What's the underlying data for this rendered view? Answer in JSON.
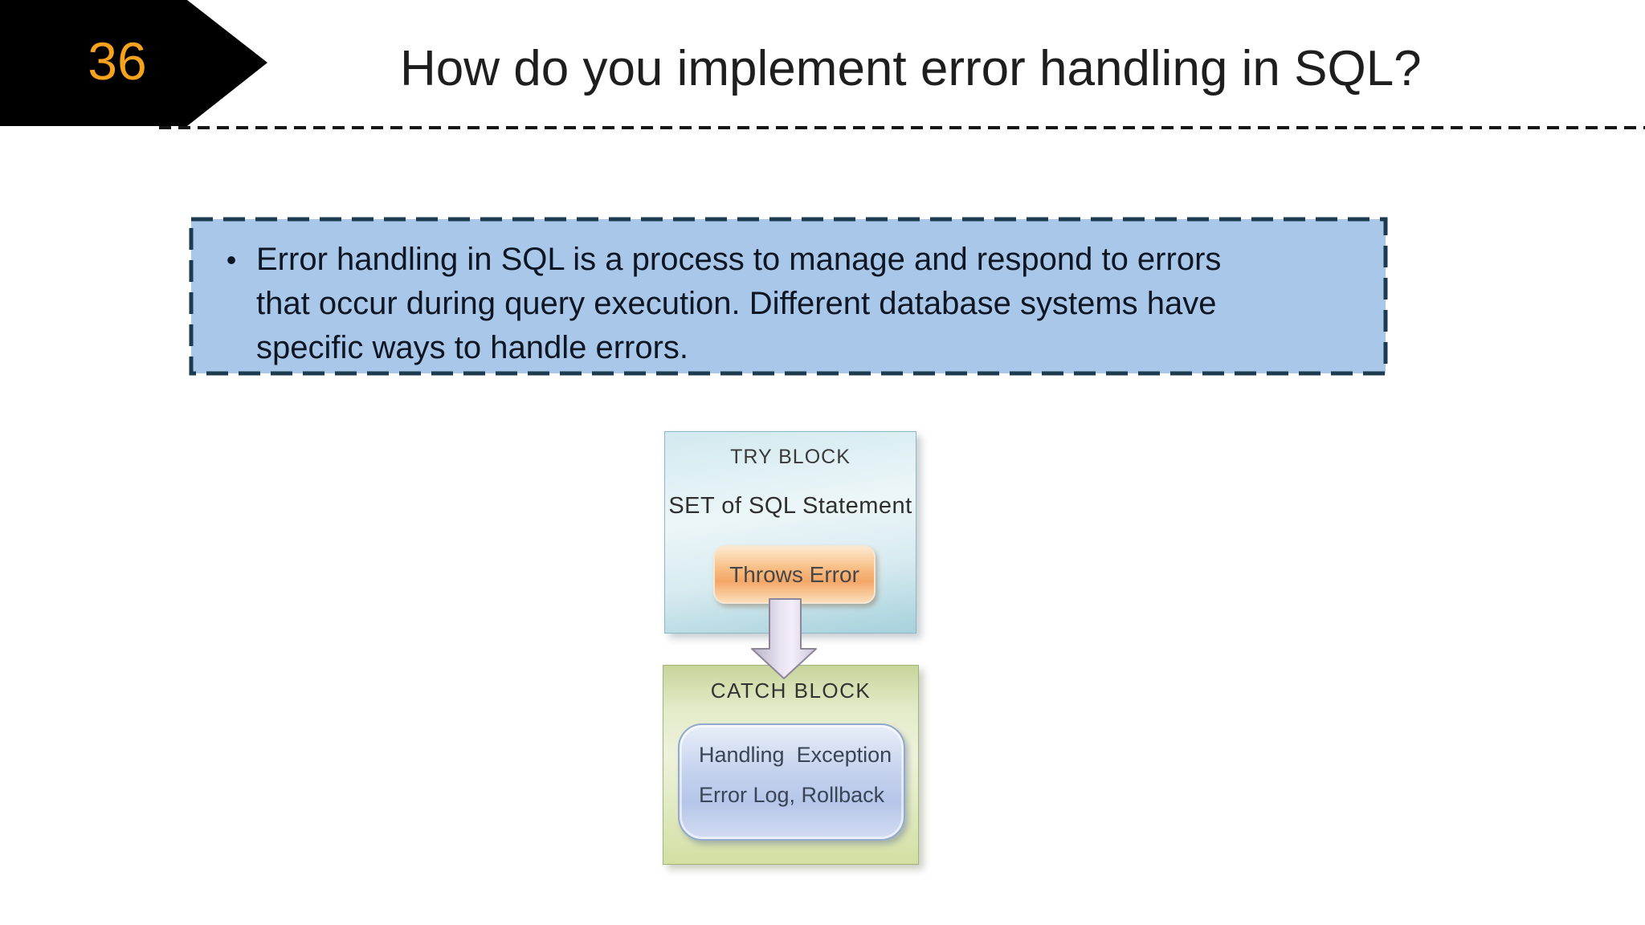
{
  "slide_number": "36",
  "title": "How do you implement error handling in SQL?",
  "bullet": {
    "marker": "•",
    "line1": "Error handling in SQL is a process to manage and respond to errors",
    "line2": "that occur during query execution. Different database systems have",
    "line3": "specific ways to handle errors."
  },
  "diagram": {
    "try_block": {
      "title": "TRY BLOCK",
      "subtitle": "SET of SQL Statement",
      "button_label": "Throws Error"
    },
    "arrow": "down-arrow",
    "catch_block": {
      "title": "CATCH BLOCK",
      "line1": "Handling  Exception",
      "line2": "Error Log, Rollback"
    }
  },
  "colors": {
    "accent_orange": "#F6A21D",
    "header_black": "#000000",
    "callout_bg": "#A9C7E8",
    "callout_border": "#1C3B4F",
    "try_box_fill": "#CDE6EC",
    "try_box_border": "#8FB6C2",
    "throws_button_fill": "#F5A967",
    "catch_box_fill": "#DDE6B8",
    "catch_box_border": "#A3B279",
    "handler_box_fill": "#C2D0EC",
    "arrow_fill": "#E7E0F0"
  }
}
